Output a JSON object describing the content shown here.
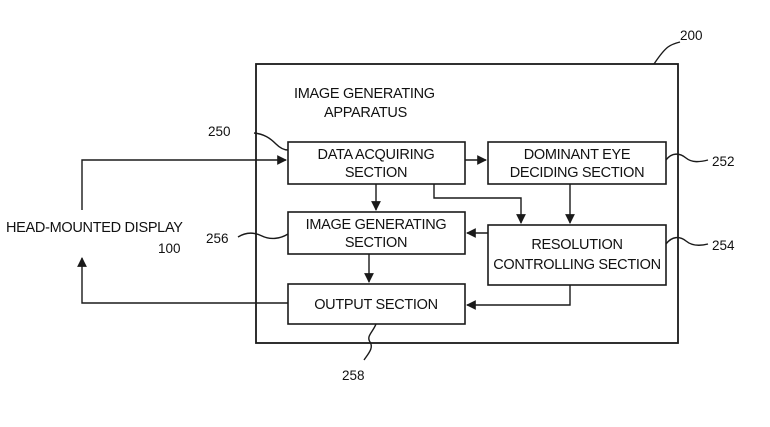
{
  "apparatus": {
    "number": "200",
    "title_line1": "IMAGE GENERATING",
    "title_line2": "APPARATUS"
  },
  "external": {
    "name": "HEAD-MOUNTED DISPLAY",
    "number": "100"
  },
  "blocks": {
    "data_acquiring": {
      "number": "250",
      "line1": "DATA ACQUIRING",
      "line2": "SECTION"
    },
    "dominant_eye": {
      "number": "252",
      "line1": "DOMINANT EYE",
      "line2": "DECIDING SECTION"
    },
    "image_generating": {
      "number": "256",
      "line1": "IMAGE GENERATING",
      "line2": "SECTION"
    },
    "resolution": {
      "number": "254",
      "line1": "RESOLUTION",
      "line2": "CONTROLLING SECTION"
    },
    "output": {
      "number": "258",
      "line1": "OUTPUT SECTION"
    }
  }
}
